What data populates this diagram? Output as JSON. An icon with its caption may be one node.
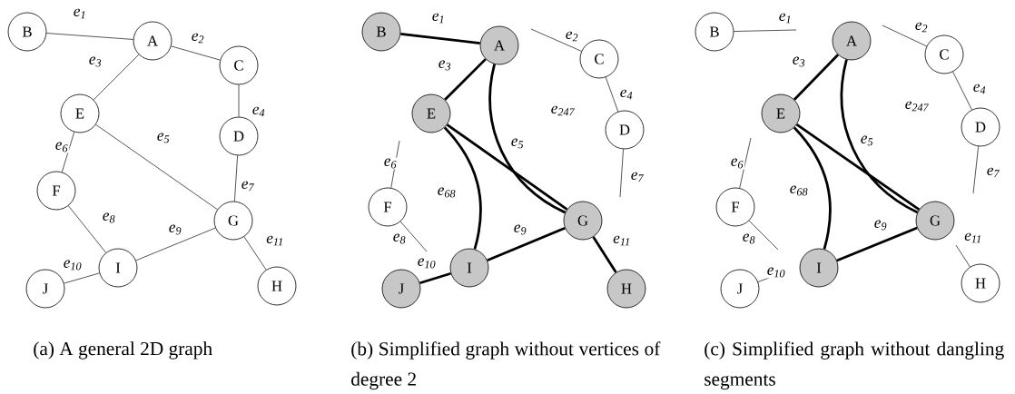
{
  "diagram": {
    "nodes": [
      {
        "text": [
          "B"
        ]
      },
      {
        "text": [
          "A"
        ]
      },
      {
        "text": [
          "C"
        ]
      },
      {
        "text": [
          "E"
        ]
      },
      {
        "text": [
          "D"
        ]
      },
      {
        "text": [
          "F"
        ]
      },
      {
        "text": [
          "G"
        ]
      },
      {
        "text": [
          "I"
        ]
      },
      {
        "text": [
          "J"
        ]
      },
      {
        "text": [
          "H"
        ]
      },
      {
        "text": [
          "B"
        ]
      },
      {
        "text": [
          "A"
        ]
      },
      {
        "text": [
          "C"
        ]
      },
      {
        "text": [
          "E"
        ]
      },
      {
        "text": [
          "D"
        ]
      },
      {
        "text": [
          "F"
        ]
      },
      {
        "text": [
          "G"
        ]
      },
      {
        "text": [
          "I"
        ]
      },
      {
        "text": [
          "J"
        ]
      },
      {
        "text": [
          "H"
        ]
      },
      {
        "text": [
          "B"
        ]
      },
      {
        "text": [
          "A"
        ]
      },
      {
        "text": [
          "C"
        ]
      },
      {
        "text": [
          "E"
        ]
      },
      {
        "text": [
          "D"
        ]
      },
      {
        "text": [
          "F"
        ]
      },
      {
        "text": [
          "G"
        ]
      },
      {
        "text": [
          "I"
        ]
      },
      {
        "text": [
          "J"
        ]
      },
      {
        "text": [
          "H"
        ]
      }
    ],
    "edges": [
      {
        "from": 0,
        "to": 1,
        "arrow": "none",
        "label": "e$_{1}$"
      },
      {
        "from": 1,
        "to": 2,
        "arrow": "none",
        "label": "e$_{2}$"
      },
      {
        "from": 1,
        "to": 3,
        "arrow": "none",
        "label": "e$_{3}$"
      },
      {
        "from": 2,
        "to": 4,
        "arrow": "none",
        "label": "e$_{4}$"
      },
      {
        "from": 3,
        "to": 6,
        "arrow": "none",
        "label": "e$_{5}$"
      },
      {
        "from": 3,
        "to": 5,
        "arrow": "none",
        "label": "e$_{6}$"
      },
      {
        "from": 4,
        "to": 6,
        "arrow": "none",
        "label": "e$_{7}$"
      },
      {
        "from": 5,
        "to": 7,
        "arrow": "none",
        "label": "e$_{8}$"
      },
      {
        "from": 7,
        "to": 6,
        "arrow": "none",
        "label": "e$_{9}$"
      },
      {
        "from": 8,
        "to": 7,
        "arrow": "none",
        "label": "e$_{10}$"
      },
      {
        "from": 6,
        "to": 9,
        "arrow": "none",
        "label": "e$_{11}$"
      },
      {
        "from": 10,
        "to": 11,
        "arrow": "none",
        "label": "e$_{1}$",
        "style": "thick"
      },
      {
        "from": 12,
        "to": null,
        "arrow": "none",
        "label": "e$_{2}$"
      },
      {
        "from": 11,
        "to": 13,
        "arrow": "none",
        "label": "e$_{3}$",
        "style": "thick"
      },
      {
        "from": 12,
        "to": 14,
        "arrow": "none",
        "label": "e$_{4}$"
      },
      {
        "from": 11,
        "to": 16,
        "arrow": "none",
        "label": "e$_{247}$",
        "style": "thick"
      },
      {
        "from": 13,
        "to": 16,
        "arrow": "none",
        "label": "e$_{5}$",
        "style": "thick"
      },
      {
        "from": 15,
        "to": null,
        "arrow": "none",
        "label": "e$_{6}$"
      },
      {
        "from": 13,
        "to": 17,
        "arrow": "none",
        "label": "e$_{68}$",
        "style": "thick"
      },
      {
        "from": 14,
        "to": null,
        "arrow": "none",
        "label": "e$_{7}$"
      },
      {
        "from": 15,
        "to": null,
        "arrow": "none",
        "label": "e$_{8}$"
      },
      {
        "from": 17,
        "to": 16,
        "arrow": "none",
        "label": "e$_{9}$",
        "style": "thick"
      },
      {
        "from": 18,
        "to": 17,
        "arrow": "none",
        "label": "e$_{10}$",
        "style": "thick"
      },
      {
        "from": 16,
        "to": 19,
        "arrow": "none",
        "label": "e$_{11}$",
        "style": "thick"
      },
      {
        "from": 20,
        "to": null,
        "arrow": "none",
        "label": "e$_{1}$"
      },
      {
        "from": 22,
        "to": null,
        "arrow": "none",
        "label": "e$_{2}$"
      },
      {
        "from": 21,
        "to": 23,
        "arrow": "none",
        "label": "e$_{3}$",
        "style": "thick"
      },
      {
        "from": 22,
        "to": 24,
        "arrow": "none",
        "label": "e$_{4}$"
      },
      {
        "from": 21,
        "to": 26,
        "arrow": "none",
        "label": "e$_{247}$",
        "style": "thick"
      },
      {
        "from": 23,
        "to": 26,
        "arrow": "none",
        "label": "e$_{5}$",
        "style": "thick"
      },
      {
        "from": 25,
        "to": null,
        "arrow": "none",
        "label": "e$_{6}$"
      },
      {
        "from": 23,
        "to": 27,
        "arrow": "none",
        "label": "e$_{68}$",
        "style": "thick"
      },
      {
        "from": 24,
        "to": null,
        "arrow": "none",
        "label": "e$_{7}$"
      },
      {
        "from": 25,
        "to": null,
        "arrow": "none",
        "label": "e$_{8}$"
      },
      {
        "from": 27,
        "to": 26,
        "arrow": "none",
        "label": "e$_{9}$",
        "style": "thick"
      },
      {
        "from": 28,
        "to": null,
        "arrow": "none",
        "label": "e$_{10}$"
      },
      {
        "from": 29,
        "to": null,
        "arrow": "none",
        "label": "e$_{11}$"
      }
    ],
    "labels": [
      "(a) A general 2D graph",
      "(b) Simplified graph without vertices of degree 2",
      "(c) Simplified graph without dangling segments"
    ]
  }
}
